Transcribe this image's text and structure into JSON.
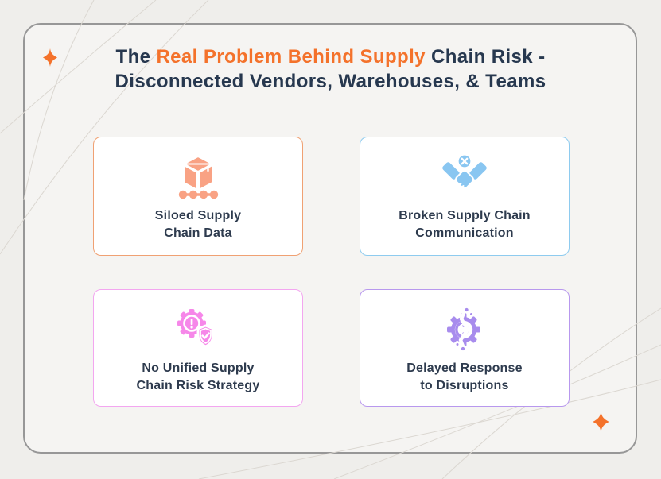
{
  "page": {
    "background": "#efeeeb"
  },
  "panel": {
    "background": "#f5f4f2",
    "border_color": "#979797"
  },
  "title": {
    "prefix": "The ",
    "highlight": "Real Problem Behind Supply",
    "suffix": " Chain Risk -",
    "line2": "Disconnected Vendors, Warehouses, & Teams",
    "text_color": "#27384f",
    "highlight_color": "#f4722b"
  },
  "decorations": {
    "sparkle_icon": "four-point-star",
    "sparkle_color": "#f4722b",
    "curve_line_color": "#dbd7d1"
  },
  "cards": [
    {
      "icon": "package-conveyor-icon",
      "line1": "Siloed Supply",
      "line2": "Chain Data",
      "border_color": "#f0a173",
      "icon_color": "#f9a284",
      "text_color": "#2e3b4e"
    },
    {
      "icon": "broken-handshake-icon",
      "line1": "Broken Supply Chain",
      "line2": "Communication",
      "border_color": "#8ecbef",
      "icon_color": "#89c6f1",
      "text_color": "#2e3b4e"
    },
    {
      "icon": "gear-alert-shield-icon",
      "line1": "No Unified Supply",
      "line2": "Chain Risk Strategy",
      "border_color": "#f3a6f0",
      "icon_color": "#f687e9",
      "text_color": "#2e3b4e"
    },
    {
      "icon": "split-gear-icon",
      "line1": "Delayed Response",
      "line2": "to Disruptions",
      "border_color": "#b898ee",
      "icon_color": "#a88ced",
      "text_color": "#2e3b4e"
    }
  ]
}
